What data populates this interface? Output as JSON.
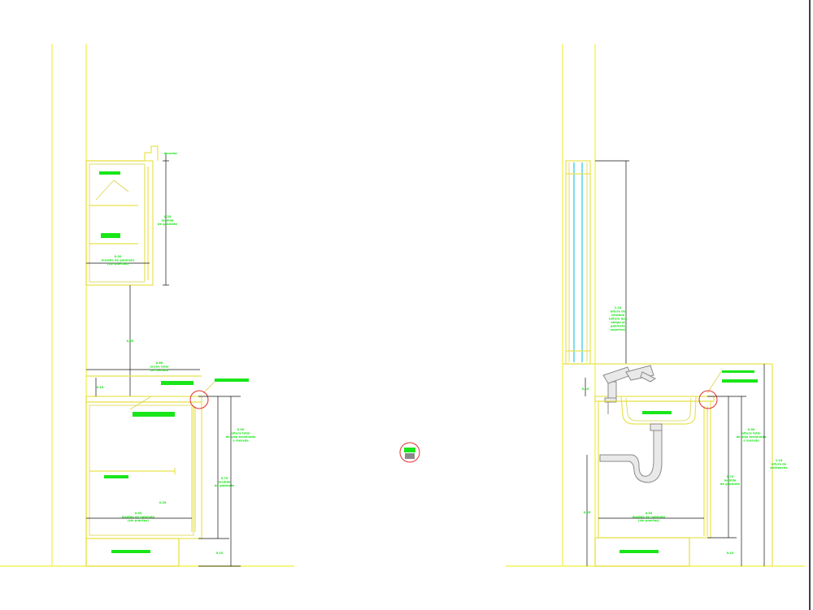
{
  "colors": {
    "background": "#ffffff",
    "walls": "#f4f25a",
    "annotation": "#19e619",
    "dimension": "#111111",
    "callout": "#e03030",
    "glass": "#26c6e6"
  },
  "icons": {
    "callout": "red-circle-detail-marker",
    "faucet": "faucet-icon",
    "trap": "p-trap-icon",
    "center_marker": "red-circle-symbol"
  },
  "left_section": {
    "top_reference": "recortar",
    "wall_cabinet_height": "0.35\nmedida\nde gabinete",
    "wall_cabinet_depth": "0.30\nmedida de gabinete\n(sin puertas)",
    "gap_height": "0.55",
    "counter_depth": "0.60\nancho total\nde mesada",
    "backsplash": "0.10",
    "total_height": "0.90\naltura total\nde piso terminado\na mesada",
    "base_cabinet_height": "0.70\nmedida\nde gabinete",
    "shelf_height": "0.35",
    "base_cabinet_depth": "0.55\nmedida de gabinete\n(sin puertas)",
    "plinth": "0.10"
  },
  "right_section": {
    "window_height": "1.10\naltura de\nventana\n(altura que\nobliga al\ngabinete\nsuperior)",
    "backsplash": "0.10",
    "total_height": "0.90\naltura total\nde piso terminado\na mesada",
    "base_cabinet_height": "0.70\nmedida\nde gabinete",
    "floor_to_counter": "1.10\naltura de\nantepecho",
    "drain_height": "0.45",
    "base_cabinet_depth": "0.55\nmedida de gabinete\n(sin puertas)",
    "plinth": "0.10"
  }
}
